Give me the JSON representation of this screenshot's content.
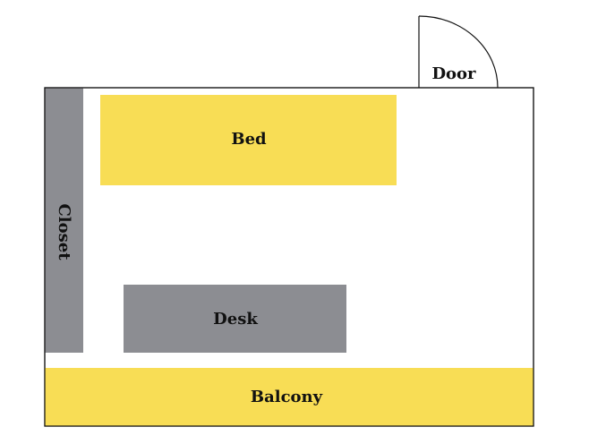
{
  "floor_plan": {
    "rooms": {
      "door": {
        "label": "Door"
      },
      "bed": {
        "label": "Bed"
      },
      "closet": {
        "label": "Closet"
      },
      "desk": {
        "label": "Desk"
      },
      "balcony": {
        "label": "Balcony"
      }
    },
    "colors": {
      "yellow": "#F8DD55",
      "gray": "#8C8D92",
      "wall": "#111111",
      "background": "#FFFFFF"
    }
  }
}
